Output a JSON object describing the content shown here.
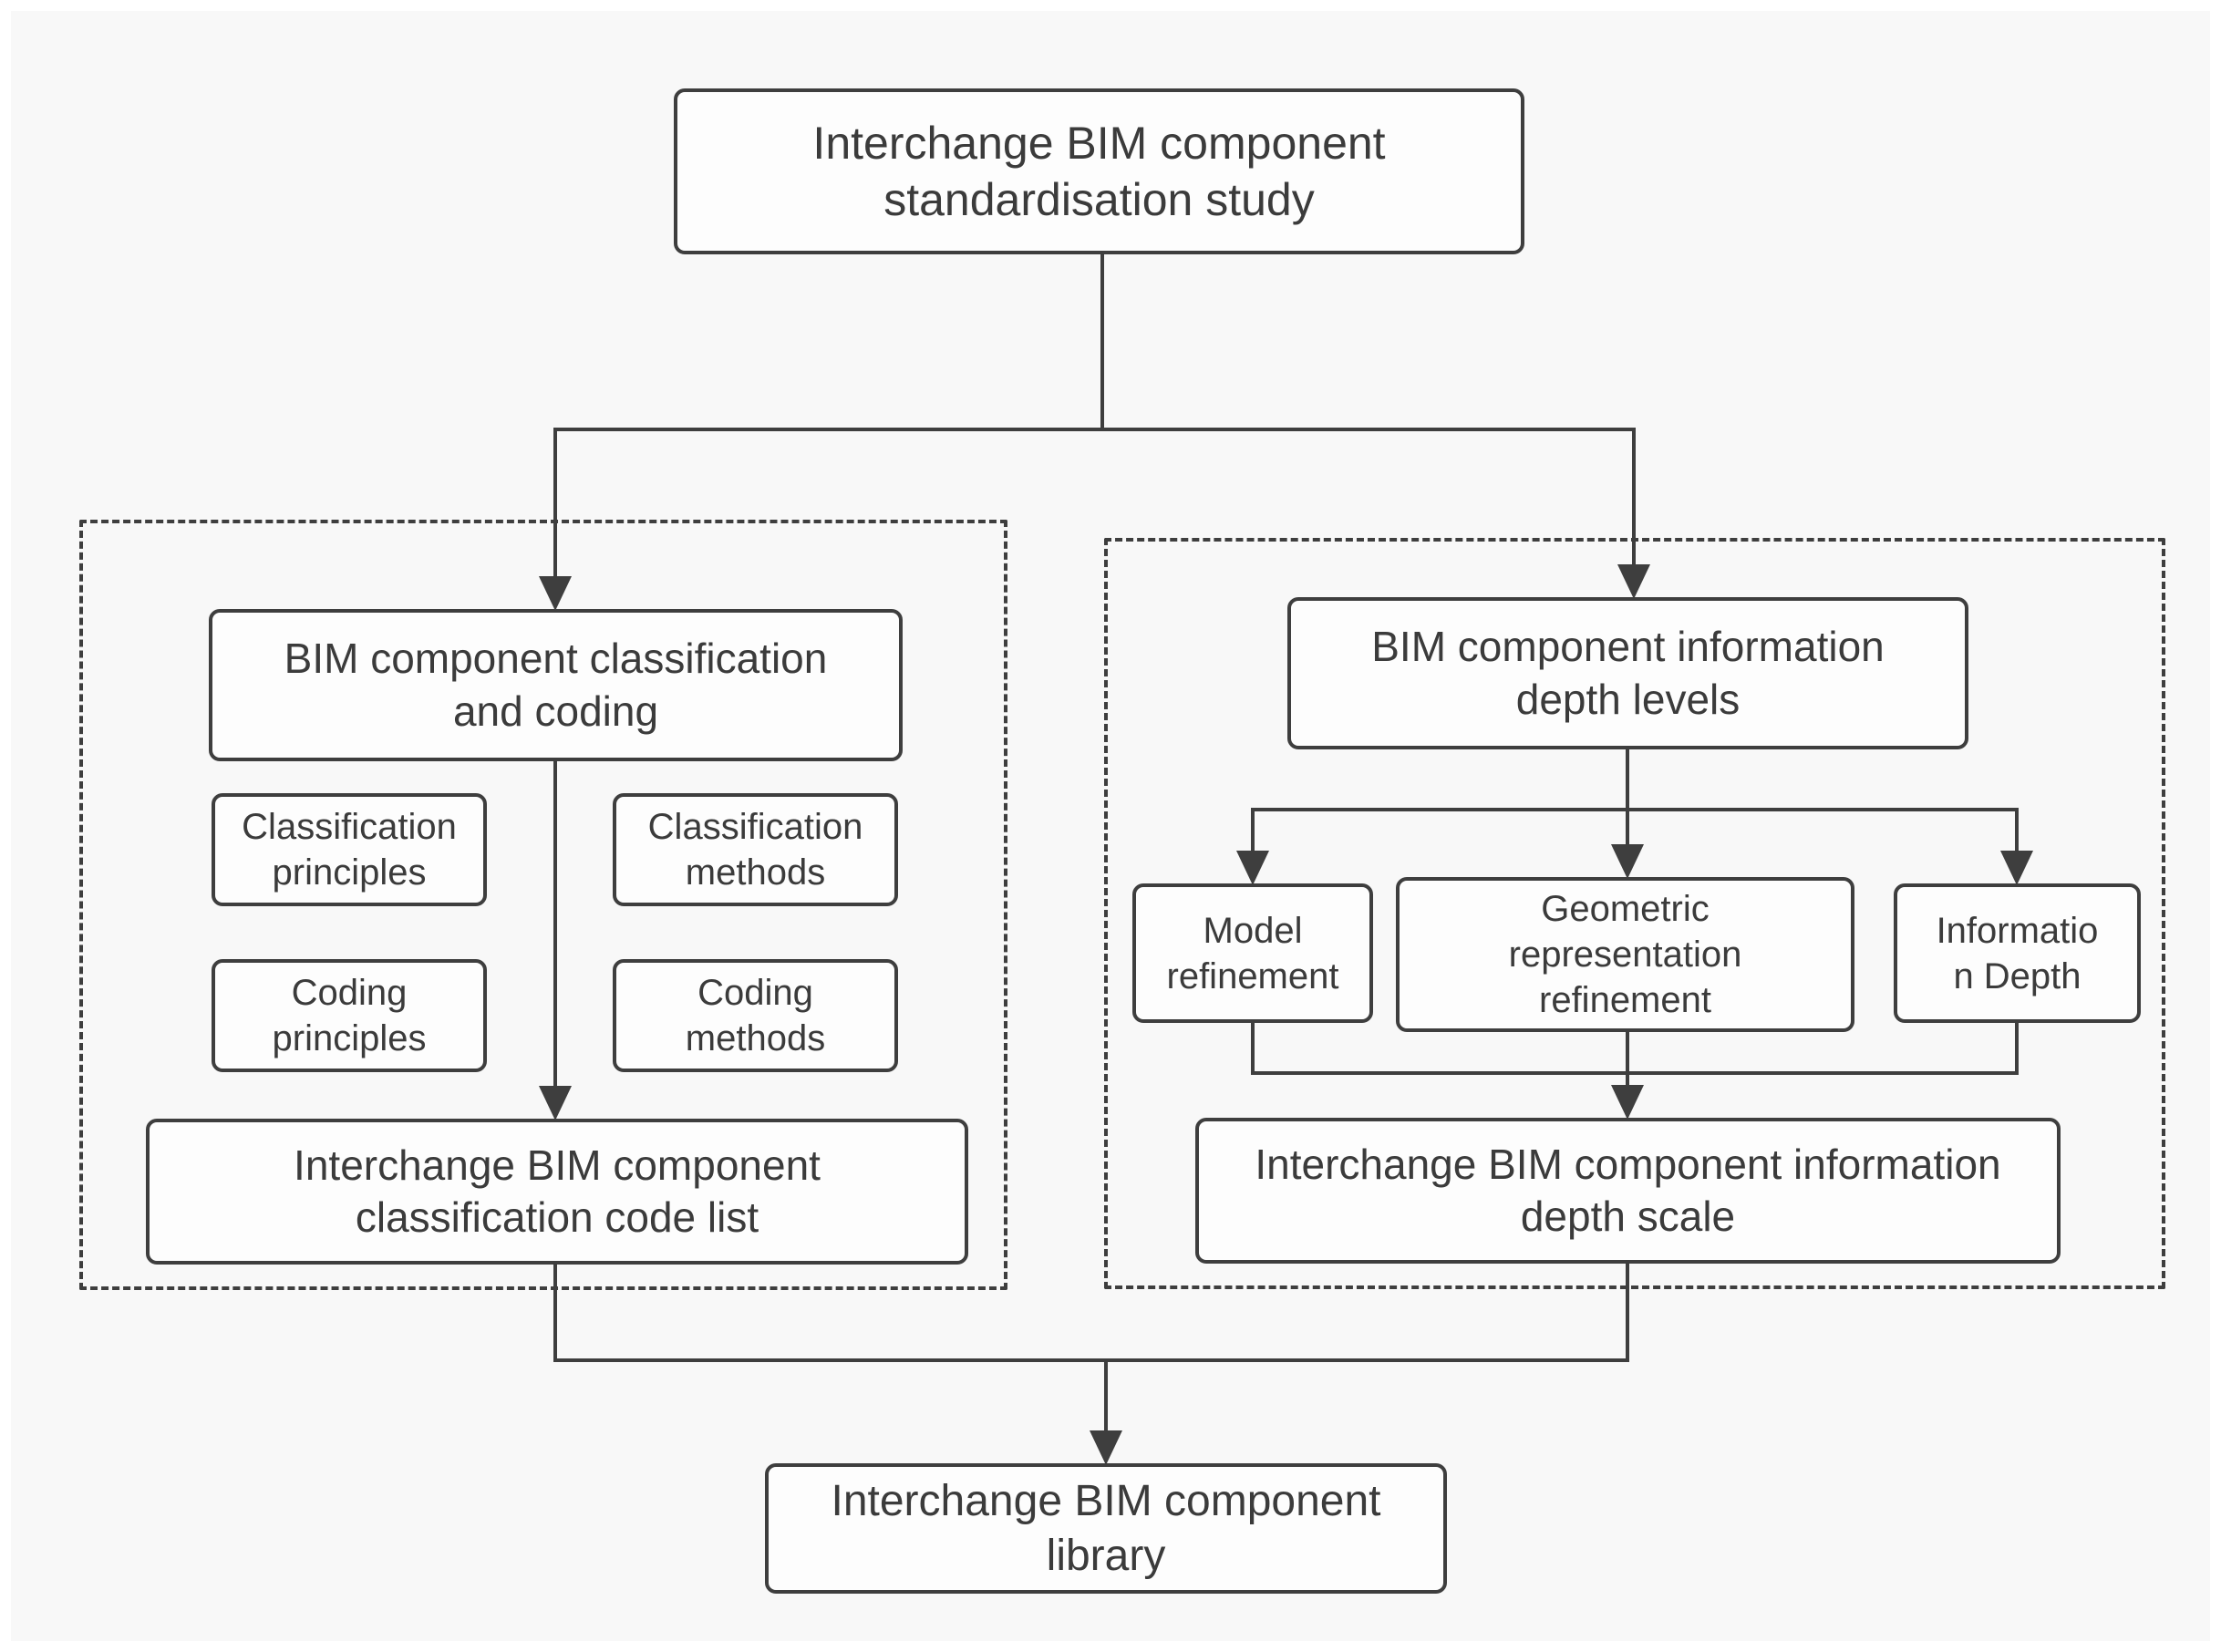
{
  "figure": {
    "top_box": "Interchange BIM component\nstandardisation study",
    "left_group": {
      "header": "BIM component classification\nand coding",
      "sub_boxes": [
        "Classification\nprinciples",
        "Classification\nmethods",
        "Coding\nprinciples",
        "Coding\nmethods"
      ],
      "output_box": "Interchange BIM component\nclassification code list"
    },
    "right_group": {
      "header": "BIM component information\ndepth levels",
      "sub_boxes": [
        "Model\nrefinement",
        "Geometric\nrepresentation\nrefinement",
        "Informatio\nn Depth"
      ],
      "output_box": "Interchange BIM component information\ndepth scale"
    },
    "bottom_box": "Interchange BIM component\nlibrary"
  },
  "colors": {
    "background": "#f8f8f8",
    "page_margin": "#ffffff",
    "box_fill": "#fdfdfd",
    "line": "#3e3e3e",
    "text": "#3b3b3b"
  }
}
